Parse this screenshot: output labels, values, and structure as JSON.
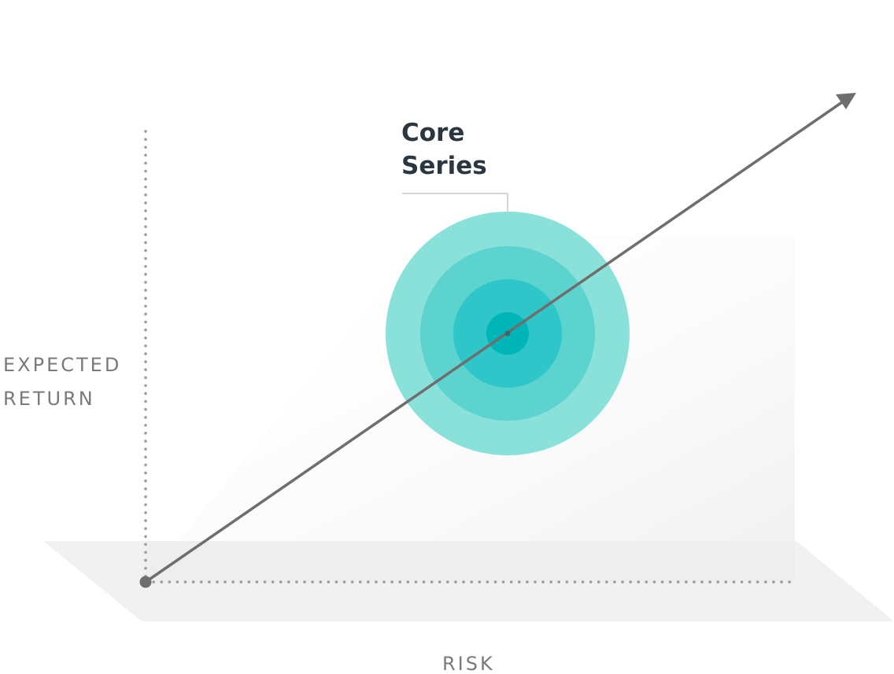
{
  "diagram": {
    "y_axis_label_line1": "EXPECTED",
    "y_axis_label_line2": "RETURN",
    "x_axis_label": "RISK",
    "highlight_label_line1": "Core",
    "highlight_label_line2": "Series"
  },
  "colors": {
    "ring_outer": "#8ae1da",
    "ring_2": "#5dd3cf",
    "ring_3": "#2ec6c8",
    "ring_core": "#00b5b8",
    "arrow": "#6e6e6e",
    "axis_dots": "#9a9a9a",
    "floor": "#f1f1f1",
    "label_dark": "#2a3640",
    "label_gray": "#7a7a7a"
  }
}
